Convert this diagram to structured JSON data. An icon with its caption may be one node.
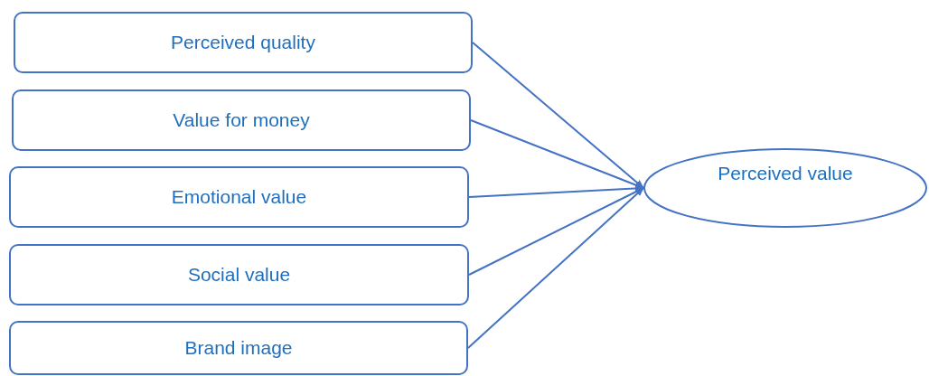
{
  "diagram": {
    "nodes": [
      {
        "text": [
          "Perceived quality"
        ]
      },
      {
        "text": [
          "Value for money"
        ]
      },
      {
        "text": [
          "Emotional value"
        ]
      },
      {
        "text": [
          "Social value"
        ]
      },
      {
        "text": [
          "Brand image"
        ]
      },
      {
        "text": [
          "Perceived value"
        ]
      }
    ],
    "edges": [
      {
        "from": 0,
        "to": 5,
        "arrow": "to"
      },
      {
        "from": 1,
        "to": 5,
        "arrow": "to"
      },
      {
        "from": 2,
        "to": 5,
        "arrow": "to"
      },
      {
        "from": 3,
        "to": 5,
        "arrow": "to"
      },
      {
        "from": 4,
        "to": 5,
        "arrow": "to"
      }
    ]
  }
}
